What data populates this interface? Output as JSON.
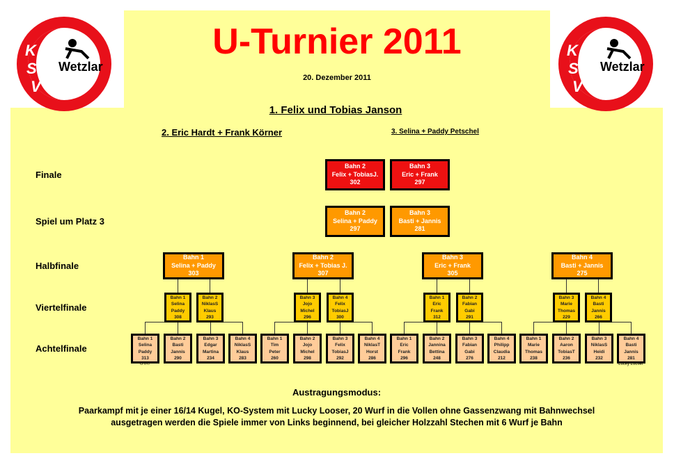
{
  "header": {
    "title": "U-Turnier 2011",
    "date": "20. Dezember 2011",
    "first": "1. Felix und Tobias Janson",
    "second": "2. Eric Hardt + Frank Körner",
    "third": "3. Selina + Paddy Petschel"
  },
  "logo": {
    "letters": "KSV",
    "city": "Wetzlar"
  },
  "rounds": [
    "Finale",
    "Spiel um Platz 3",
    "Halbfinale",
    "Viertelfinale",
    "Achtelfinale"
  ],
  "finale": [
    {
      "lane": "Bahn 2",
      "team": "Felix + TobiasJ.",
      "score": "302"
    },
    {
      "lane": "Bahn 3",
      "team": "Eric + Frank",
      "score": "297"
    }
  ],
  "platz3": [
    {
      "lane": "Bahn 2",
      "team": "Selina + Paddy",
      "score": "297"
    },
    {
      "lane": "Bahn 3",
      "team": "Basti + Jannis",
      "score": "281"
    }
  ],
  "halbfinale": [
    {
      "lane": "Bahn 1",
      "team": "Selina + Paddy",
      "score": "303"
    },
    {
      "lane": "Bahn 2",
      "team": "Felix + Tobias J.",
      "score": "307"
    },
    {
      "lane": "Bahn 3",
      "team": "Eric + Frank",
      "score": "305"
    },
    {
      "lane": "Bahn 4",
      "team": "Basti + Jannis",
      "score": "275"
    }
  ],
  "viertelfinale": [
    {
      "lane": "Bahn 1",
      "p1": "Selina",
      "p2": "Paddy",
      "score": "308"
    },
    {
      "lane": "Bahn 2",
      "p1": "NiklasS",
      "p2": "Klaus",
      "score": "293"
    },
    {
      "lane": "Bahn 3",
      "p1": "Jojo",
      "p2": "Michel",
      "score": "296"
    },
    {
      "lane": "Bahn 4",
      "p1": "Felix",
      "p2": "TobiasJ",
      "score": "300"
    },
    {
      "lane": "Bahn 1",
      "p1": "Eric",
      "p2": "Frank",
      "score": "312"
    },
    {
      "lane": "Bahn 2",
      "p1": "Fabian",
      "p2": "Gabi",
      "score": "291"
    },
    {
      "lane": "Bahn 3",
      "p1": "Marie",
      "p2": "Thomas",
      "score": "229"
    },
    {
      "lane": "Bahn 4",
      "p1": "Basti",
      "p2": "Jannis",
      "score": "266"
    }
  ],
  "achtelfinale": [
    {
      "lane": "Bahn 1",
      "p1": "Selina",
      "p2": "Paddy",
      "score": "313"
    },
    {
      "lane": "Bahn 2",
      "p1": "Basti",
      "p2": "Jannis",
      "score": "290"
    },
    {
      "lane": "Bahn 3",
      "p1": "Edgar",
      "p2": "Martina",
      "score": "234"
    },
    {
      "lane": "Bahn 4",
      "p1": "NiklasS",
      "p2": "Klaus",
      "score": "283"
    },
    {
      "lane": "Bahn 1",
      "p1": "Tim",
      "p2": "Peter",
      "score": "260"
    },
    {
      "lane": "Bahn 2",
      "p1": "Jojo",
      "p2": "Michel",
      "score": "298"
    },
    {
      "lane": "Bahn 3",
      "p1": "Felix",
      "p2": "TobiasJ",
      "score": "292"
    },
    {
      "lane": "Bahn 4",
      "p1": "NiklasT",
      "p2": "Horst",
      "score": "286"
    },
    {
      "lane": "Bahn 1",
      "p1": "Eric",
      "p2": "Frank",
      "score": "296"
    },
    {
      "lane": "Bahn 2",
      "p1": "Jannina",
      "p2": "Bettina",
      "score": "248"
    },
    {
      "lane": "Bahn 3",
      "p1": "Fabian",
      "p2": "Gabi",
      "score": "276"
    },
    {
      "lane": "Bahn 4",
      "p1": "Philipp",
      "p2": "Claudia",
      "score": "212"
    },
    {
      "lane": "Bahn 1",
      "p1": "Marie",
      "p2": "Thomas",
      "score": "238"
    },
    {
      "lane": "Bahn 2",
      "p1": "Aaron",
      "p2": "TobiasT",
      "score": "236"
    },
    {
      "lane": "Bahn 3",
      "p1": "NiklasS",
      "p2": "Heidi",
      "score": "232"
    },
    {
      "lane": "Bahn 4",
      "p1": "Basti",
      "p2": "Jannis",
      "score": "281"
    }
  ],
  "notes": {
    "utr": "UTR!",
    "lucky": "Lucky Looser"
  },
  "modus": {
    "title": "Austragungsmodus:",
    "line1": "Paarkampf mit je einer 16/14 Kugel, KO-System mit Lucky Looser, 20 Wurf in die Vollen ohne Gassenzwang mit Bahnwechsel",
    "line2": "ausgetragen werden die Spiele immer von Links beginnend, bei gleicher Holzzahl Stechen mit 6 Wurf je Bahn"
  },
  "colors": {
    "final": "#ee1111",
    "orange": "#ff9900",
    "gold": "#ffcc00",
    "peach": "#ffcc99",
    "bg": "#ffff99",
    "title": "#ff0000"
  }
}
